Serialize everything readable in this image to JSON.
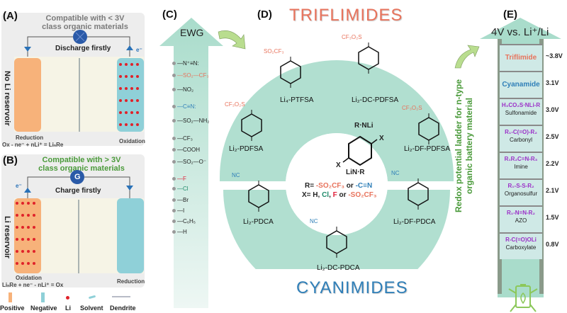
{
  "panelA": {
    "label": "(A)",
    "title_line1": "Compatible with < 3V",
    "title_line2": "class organic materials",
    "action": "Discharge firstly",
    "side_label": "No Li reservoir",
    "electron": "e⁻",
    "left_process": "Reduction",
    "right_process": "Oxidation",
    "equation": "Ox - ne⁻ + nLi⁺ = LiₙRe"
  },
  "panelB": {
    "label": "(B)",
    "title_line1": "Compatible with > 3V",
    "title_line2": "class organic materials",
    "meter": "G",
    "action": "Charge firstly",
    "side_label": "Li reservoir",
    "electron": "e⁻",
    "left_process": "Oxidation",
    "right_process": "Reduction",
    "equation": "LiₙRe + ne⁻ - nLi⁺ = Ox"
  },
  "legend": [
    {
      "label": "Positive",
      "color": "#f7b27a"
    },
    {
      "label": "Negative",
      "color": "#8fd0d8"
    },
    {
      "label": "Li",
      "color": "#e0222a"
    },
    {
      "label": "Solvent",
      "color": "#8fd0d8"
    },
    {
      "label": "Dendrite",
      "color": "#b8bcc6"
    }
  ],
  "panelC": {
    "label": "(C)",
    "title": "EWG",
    "groups": [
      {
        "text": "—N⁺≡N:",
        "color": "#222"
      },
      {
        "text": "—SO₂—CF₃",
        "color": "#e8735c"
      },
      {
        "text": "—NO₂",
        "color": "#222"
      },
      {
        "text": "—C≡N:",
        "color": "#2f7fb8"
      },
      {
        "text": "—SO₂—NH₂",
        "color": "#222"
      },
      {
        "text": "—CF₃",
        "color": "#222"
      },
      {
        "text": "—COOH",
        "color": "#222"
      },
      {
        "text": "—SO₂—O⁻",
        "color": "#222"
      },
      {
        "text": "—F",
        "color": "#e0203a"
      },
      {
        "text": "—Cl",
        "color": "#1f8a6a"
      },
      {
        "text": "—Br",
        "color": "#222"
      },
      {
        "text": "—I",
        "color": "#222"
      },
      {
        "text": "—C₆H₅",
        "color": "#222"
      },
      {
        "text": "—H",
        "color": "#222"
      }
    ]
  },
  "panelD": {
    "label": "(D)",
    "top_title": "TRIFLIMIDES",
    "bottom_title": "CYANIMIDES",
    "center": {
      "r_line_prefix": "R= ",
      "r_opt1": "-SO₂CF₃",
      "r_or": " or ",
      "r_opt2": "-C≡N",
      "x_line_prefix": "X= H, ",
      "x_cl": "Cl",
      "x_sep": ", ",
      "x_f": "F",
      "x_or": " or ",
      "x_so2cf3": "-SO₂CF₃",
      "struct_top": "R‧NLi",
      "struct_bottom": "LiN‧R",
      "x": "X"
    },
    "molecules": [
      {
        "name": "Li₄-PTFSA",
        "sub": "SO₂CF₃"
      },
      {
        "name": "Li₂-DC-PDFSA",
        "sub": "CF₃O₂S"
      },
      {
        "name": "Li₂-PDFSA",
        "sub": "CF₃O₂S"
      },
      {
        "name": "Li₂-DF-PDFSA",
        "sub": "CF₃O₂S"
      },
      {
        "name": "Li₂-PDCA",
        "sub": "NC"
      },
      {
        "name": "Li₂-DF-PDCA",
        "sub": "NC"
      },
      {
        "name": "Li₂-DC-PDCA",
        "sub": "NC"
      }
    ]
  },
  "panelE": {
    "label": "(E)",
    "arrow_title": "4V vs. Li⁺/Li",
    "side_title_line1": "Redox potential ladder for n-type",
    "side_title_line2": "organic battery material",
    "rungs": [
      {
        "name": "Triflimide",
        "voltage": "~3.8V",
        "formula": ""
      },
      {
        "name": "Cyanamide",
        "voltage": "3.1V",
        "formula": ""
      },
      {
        "name": "Sulfonamide",
        "voltage": "3.0V",
        "formula": "H₃CO₂S‧NLi-R"
      },
      {
        "name": "Carbonyl",
        "voltage": "2.5V",
        "formula": "R₁-C(=O)-R₂"
      },
      {
        "name": "Imine",
        "voltage": "2.2V",
        "formula": "R₁R₂C=N-R₃"
      },
      {
        "name": "Organosulfur",
        "voltage": "2.1V",
        "formula": "R₁-S-S-R₂"
      },
      {
        "name": "AZO",
        "voltage": "1.5V",
        "formula": "R₁-N=N-R₂"
      },
      {
        "name": "Carboxylate",
        "voltage": "0.8V",
        "formula": "R-C(=O)OLi"
      }
    ]
  }
}
